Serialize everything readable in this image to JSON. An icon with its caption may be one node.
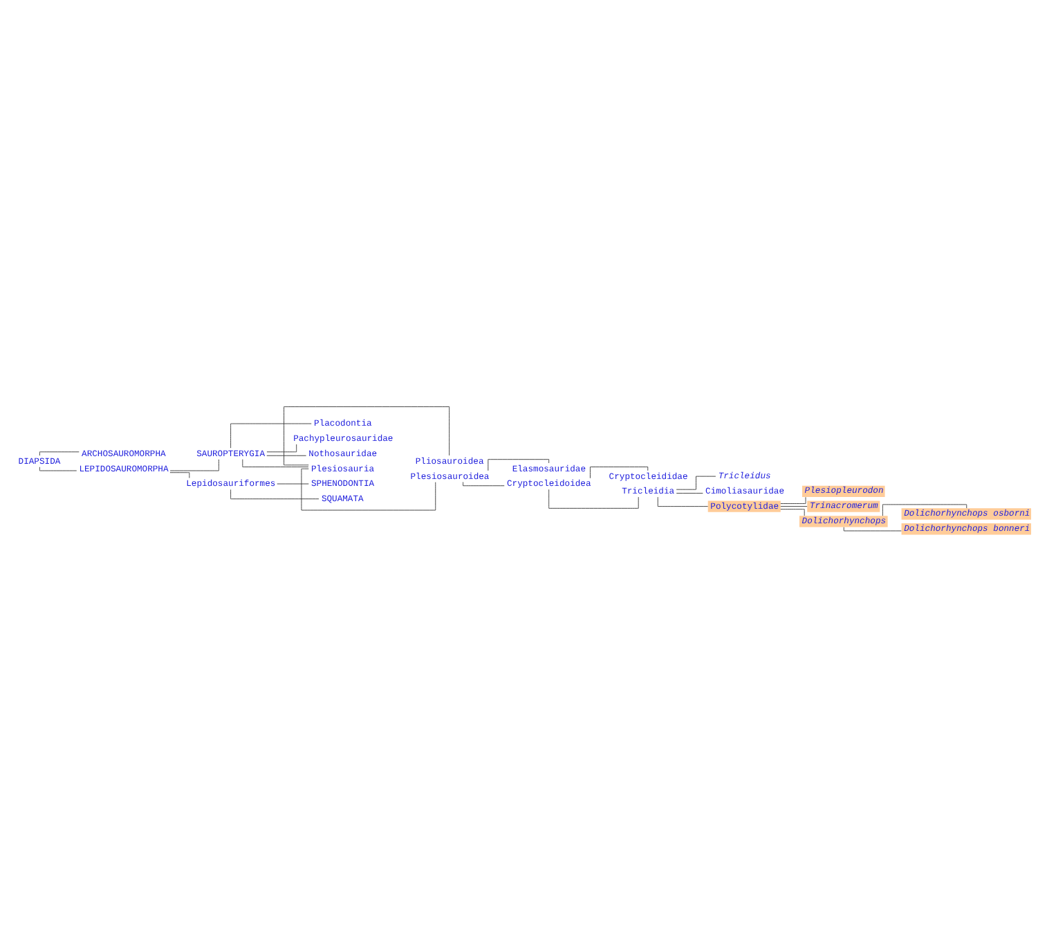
{
  "diagram": {
    "nodes": [
      {
        "text": [
          "DIAPSIDA"
        ]
      },
      {
        "text": [
          "ARCHOSAUROMORPHA"
        ]
      },
      {
        "text": [
          "LEPIDOSAUROMORPHA"
        ]
      },
      {
        "text": [
          "SAUROPTERYGIA"
        ]
      },
      {
        "text": [
          "Placodontia"
        ]
      },
      {
        "text": [
          "Pachypleurosauridae"
        ]
      },
      {
        "text": [
          "Nothosauridae"
        ]
      },
      {
        "text": [
          "Plesiosauria"
        ]
      },
      {
        "text": [
          "Pliosauroidea"
        ]
      },
      {
        "text": [
          "Plesiosauroidea"
        ]
      },
      {
        "text": [
          "Elasmosauridae"
        ]
      },
      {
        "text": [
          "Cryptocleidoidea"
        ]
      },
      {
        "text": [
          "Cryptocleididae"
        ]
      },
      {
        "text": [
          "Tricleidia"
        ]
      },
      {
        "text": [
          "Tricleidus"
        ]
      },
      {
        "text": [
          "Cimoliasauridae"
        ]
      },
      {
        "text": [
          "Polycotylidae"
        ]
      },
      {
        "text": [
          "Plesiopleurodon"
        ]
      },
      {
        "text": [
          "Trinacromerum"
        ]
      },
      {
        "text": [
          "Dolichorhynchops"
        ]
      },
      {
        "text": [
          "Dolichorhynchops osborni"
        ]
      },
      {
        "text": [
          "Dolichorhynchops bonneri"
        ]
      },
      {
        "text": [
          "Lepidosauriformes"
        ]
      },
      {
        "text": [
          "SPHENODONTIA"
        ]
      },
      {
        "text": [
          "SQUAMATA"
        ]
      }
    ],
    "edges": [
      {
        "from": 0,
        "to": 1,
        "arrow": "none"
      },
      {
        "from": 0,
        "to": 2,
        "arrow": "none"
      },
      {
        "from": 2,
        "to": 3,
        "arrow": "none"
      },
      {
        "from": 3,
        "to": 4,
        "arrow": "none"
      },
      {
        "from": 3,
        "to": 5,
        "arrow": "none"
      },
      {
        "from": 3,
        "to": 6,
        "arrow": "none"
      },
      {
        "from": 3,
        "to": 7,
        "arrow": "none"
      },
      {
        "from": 7,
        "to": 8,
        "arrow": "none"
      },
      {
        "from": 7,
        "to": 9,
        "arrow": "none"
      },
      {
        "from": 9,
        "to": 10,
        "arrow": "none"
      },
      {
        "from": 9,
        "to": 11,
        "arrow": "none"
      },
      {
        "from": 11,
        "to": 12,
        "arrow": "none"
      },
      {
        "from": 11,
        "to": 13,
        "arrow": "none"
      },
      {
        "from": 13,
        "to": 14,
        "arrow": "none"
      },
      {
        "from": 13,
        "to": 15,
        "arrow": "none"
      },
      {
        "from": 13,
        "to": 16,
        "arrow": "none"
      },
      {
        "from": 16,
        "to": 17,
        "arrow": "none"
      },
      {
        "from": 16,
        "to": 18,
        "arrow": "none"
      },
      {
        "from": 16,
        "to": 19,
        "arrow": "none"
      },
      {
        "from": 19,
        "to": 20,
        "arrow": "none"
      },
      {
        "from": 19,
        "to": 21,
        "arrow": "none"
      },
      {
        "from": 2,
        "to": 22,
        "arrow": "none"
      },
      {
        "from": 22,
        "to": 23,
        "arrow": "none"
      },
      {
        "from": 22,
        "to": 24,
        "arrow": "none"
      }
    ]
  }
}
